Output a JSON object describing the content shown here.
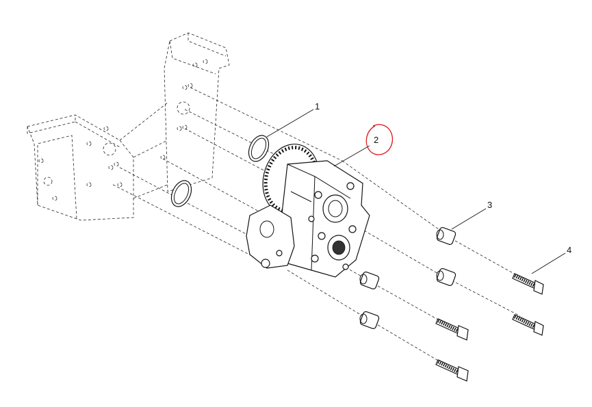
{
  "callouts": [
    {
      "id": "1",
      "label": "1"
    },
    {
      "id": "2",
      "label": "2"
    },
    {
      "id": "3",
      "label": "3"
    },
    {
      "id": "4",
      "label": "4"
    }
  ],
  "colors": {
    "line": "#111111",
    "highlight_circle": "#e0101a",
    "background": "#ffffff"
  }
}
